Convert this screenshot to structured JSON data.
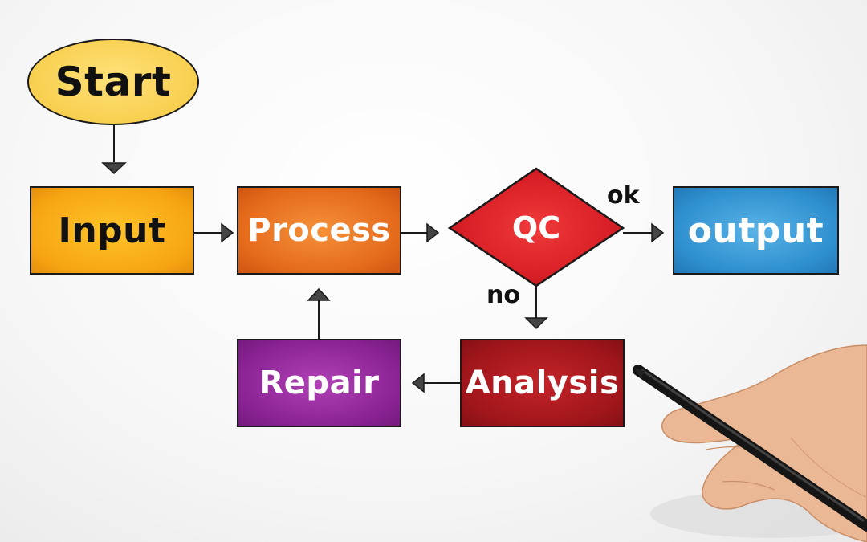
{
  "diagram": {
    "nodes": {
      "start": "Start",
      "input": "Input",
      "process": "Process",
      "qc": "QC",
      "output": "output",
      "analysis": "Analysis",
      "repair": "Repair"
    },
    "edge_labels": {
      "ok": "ok",
      "no": "no"
    },
    "colors": {
      "start": "#f8cf4f",
      "input": "#f6a412",
      "process": "#e46a1b",
      "qc": "#d81f26",
      "output": "#2f8fcf",
      "analysis": "#a0161b",
      "repair": "#8b2394"
    }
  }
}
